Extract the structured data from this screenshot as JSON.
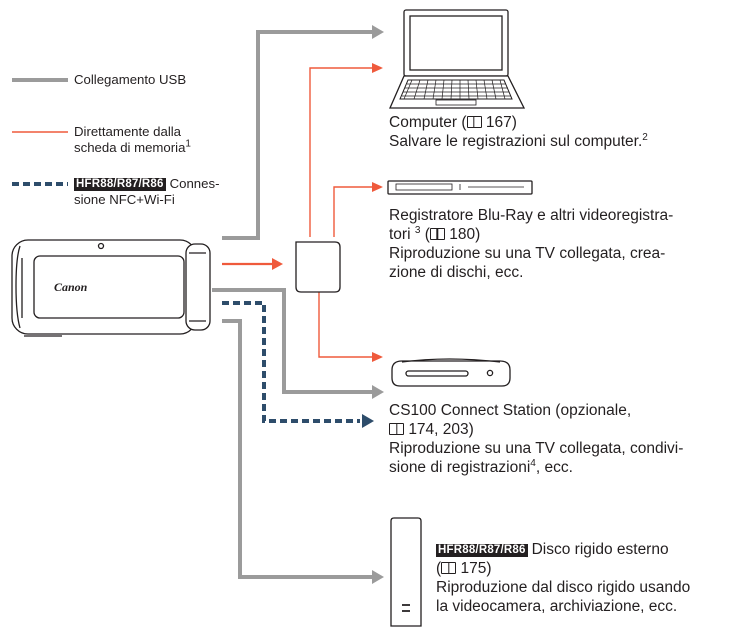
{
  "legend": {
    "usb": "Collegamento USB",
    "memory_line1": "Direttamente dalla",
    "memory_line2": "scheda di memoria",
    "memory_sup": "1",
    "wifi_model": "HFR88/R87/R86",
    "wifi_line1": "Connes-",
    "wifi_line2": "sione NFC+Wi-Fi"
  },
  "camera": {
    "brand": "Canon"
  },
  "computer": {
    "title": "Computer (",
    "page": "167)",
    "desc": "Salvare le registrazioni sul computer.",
    "sup": "2"
  },
  "bluray": {
    "line1": "Registratore Blu-Ray e altri videoregistra-",
    "line2_a": "tori",
    "sup": "3",
    "line2_b": "(",
    "page": "180)",
    "desc1": "Riproduzione su una TV collegata, crea-",
    "desc2": "zione di dischi, ecc."
  },
  "station": {
    "line1": "CS100 Connect Station (opzionale,",
    "pages": "174, 203)",
    "desc1": "Riproduzione su una TV collegata, condivi-",
    "desc2_a": "sione di registrazioni",
    "sup": "4",
    "desc2_b": ", ecc."
  },
  "harddisk": {
    "model": "HFR88/R87/R86",
    "title": "Disco rigido esterno",
    "open": "(",
    "page": "175)",
    "desc1": "Riproduzione dal disco rigido usando",
    "desc2": "la videocamera, archiviazione, ecc."
  },
  "colors": {
    "usb": "#9b9b9b",
    "memory": "#ef5a3c",
    "wifi": "#2e4d6b"
  }
}
